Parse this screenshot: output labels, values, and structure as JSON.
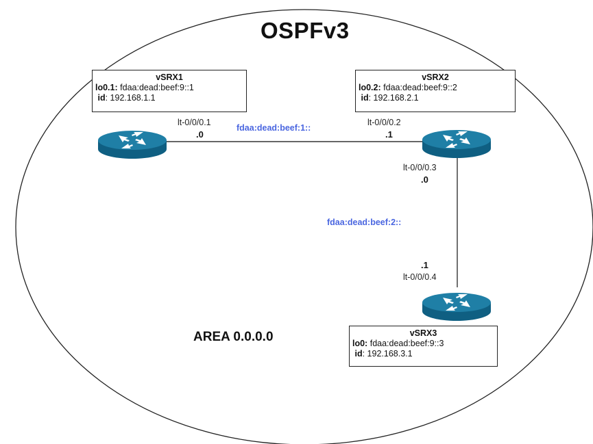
{
  "title": "OSPFv3",
  "area_label": "AREA 0.0.0.0",
  "routers": [
    {
      "name": "vSRX1",
      "lo_label": "lo0.1:",
      "lo_value": "fdaa:dead:beef:9::1",
      "id_label": "id",
      "id_value": ": 192.168.1.1"
    },
    {
      "name": "vSRX2",
      "lo_label": "lo0.2:",
      "lo_value": "fdaa:dead:beef:9::2",
      "id_label": "id",
      "id_value": ": 192.168.2.1"
    },
    {
      "name": "vSRX3",
      "lo_label": "lo0:",
      "lo_value": "fdaa:dead:beef:9::3",
      "id_label": "id",
      "id_value": ": 192.168.3.1"
    }
  ],
  "links": [
    {
      "network": "fdaa:dead:beef:1::",
      "end_a": {
        "interface": "lt-0/0/0.1",
        "address": ".0"
      },
      "end_b": {
        "interface": "lt-0/0/0.2",
        "address": ".1"
      }
    },
    {
      "network": "fdaa:dead:beef:2::",
      "end_a": {
        "interface": "lt-0/0/0.3",
        "address": ".0"
      },
      "end_b": {
        "interface": "lt-0/0/0.4",
        "address": ".1"
      }
    }
  ],
  "colors": {
    "router_top": "#1f7fa6",
    "router_side": "#0f5f82",
    "network_label": "#4a66e0",
    "line": "#333333"
  }
}
